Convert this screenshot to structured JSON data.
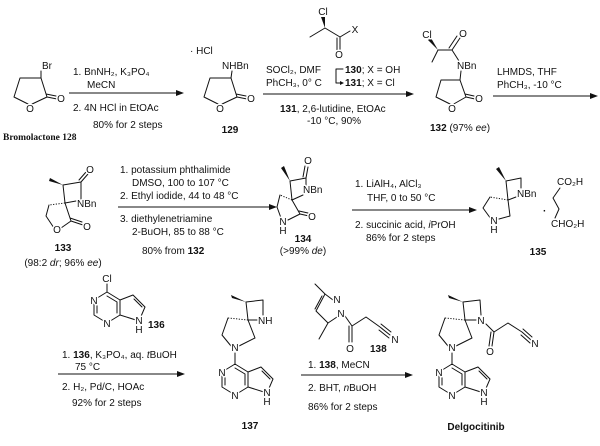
{
  "compounds": {
    "c128": {
      "label": "Bromolactone 128",
      "atoms": [
        "Br",
        "O",
        "O"
      ]
    },
    "c129": {
      "label": "129",
      "salt": "· HCl",
      "atoms": [
        "NHBn",
        "O",
        "O"
      ]
    },
    "c130_131": {
      "atoms": [
        "Cl",
        "X",
        "O"
      ],
      "row1_ref": "130",
      "row1_text": "; X = OH",
      "row2_ref": "131",
      "row2_text": "; X = Cl"
    },
    "c132": {
      "label": "132",
      "label_pre": " (97% ",
      "label_it": "ee",
      "label_post": ")",
      "atoms": [
        "Cl",
        "O",
        "NBn",
        "O",
        "O"
      ]
    },
    "c133": {
      "label": "133",
      "note": [
        "(98:2 ",
        "dr",
        "; 96% ",
        "ee",
        ")"
      ],
      "atoms": [
        "O",
        "NBn",
        "O",
        "O"
      ]
    },
    "c134": {
      "label": "134",
      "note": [
        "(>99% ",
        "de",
        ")"
      ],
      "atoms": [
        "O",
        "NBn",
        "O",
        "N",
        "H"
      ]
    },
    "c135": {
      "label": "135",
      "atoms": [
        "NBn",
        "N",
        "H",
        "CO₂H",
        "CHO₂H"
      ],
      "dot": "·"
    },
    "c136": {
      "label": "136",
      "atoms": [
        "Cl",
        "N",
        "N",
        "N",
        "H"
      ]
    },
    "c137": {
      "label": "137",
      "atoms": [
        "NH",
        "N",
        "N",
        "N",
        "N",
        "H"
      ]
    },
    "c138": {
      "label": "138",
      "atoms": [
        "N",
        "N",
        "O",
        "N"
      ]
    },
    "delgocitinib": {
      "label": "Delgocitinib",
      "atoms": [
        "N",
        "O",
        "N",
        "N",
        "N",
        "N",
        "N",
        "H"
      ]
    }
  },
  "steps": {
    "s1": {
      "lines": [
        "1. BnNH₂, K₃PO₄",
        "MeCN",
        "2. 4N HCl in EtOAc",
        "80% for 2 steps"
      ]
    },
    "s2": {
      "lines": [
        "SOCl₂, DMF",
        "PhCH₃, 0° C"
      ],
      "ref": "131",
      "rest": ", 2,6-lutidine, EtOAc",
      "last": "-10 °C, 90%"
    },
    "s3": {
      "lines": [
        "LHMDS, THF",
        "PhCH₃, -10 °C"
      ]
    },
    "s4": {
      "lines": [
        "1. potassium phthalimide",
        "DMSO, 100 to 107 °C",
        "2. Ethyl iodide, 44 to 48 °C",
        "3. diethylenetriamine",
        "2-BuOH, 85 to 88 °C"
      ],
      "yield_pre": "80% from ",
      "yield_ref": "132"
    },
    "s5": {
      "lines": [
        "1. LiAlH₄, AlCl₃",
        "THF, 0 to 50 °C",
        "2. succinic acid, ",
        "PrOH",
        "86% for 2 steps"
      ],
      "iso": "i"
    },
    "s6": {
      "l1_pre": "1. ",
      "l1_ref": "136",
      "l1_mid": ", K₃PO₄, aq. ",
      "l1_it": "t",
      "l1_post": "BuOH",
      "lines": [
        "75 °C",
        "2. H₂, Pd/C, HOAc",
        "92% for 2 steps"
      ]
    },
    "s7": {
      "l1_pre": "1. ",
      "l1_ref": "138",
      "l1_post": ", MeCN",
      "l2_pre": "2. BHT, ",
      "l2_it": "n",
      "l2_post": "BuOH",
      "yield": "86% for 2 steps"
    }
  }
}
